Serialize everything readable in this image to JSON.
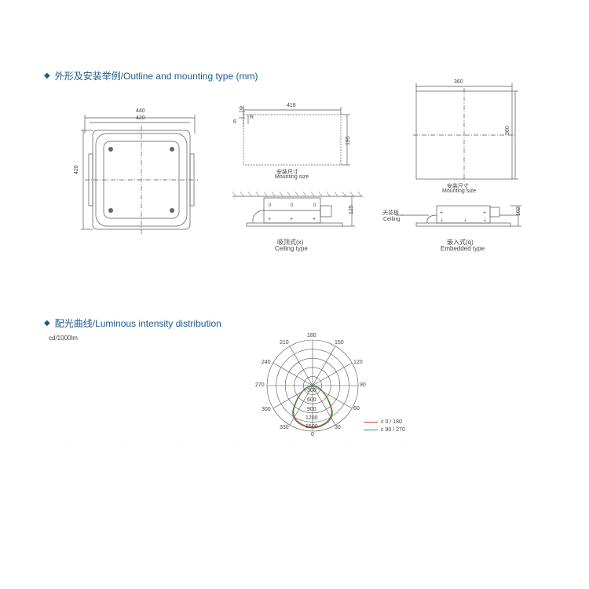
{
  "sections": {
    "outline_heading": "外形及安装举例/Outline and mounting type (mm)",
    "luminous_heading": "配光曲线/Luminous intensity distribution"
  },
  "outline": {
    "front_width_outer": "440",
    "front_width_inner": "420",
    "front_height": "420",
    "mount_width": "418",
    "mount_height": "195",
    "mount_small_a": "8",
    "mount_small_b": "6",
    "mount_r": "R",
    "mount_label_cn": "安装尺寸",
    "mount_label_en": "Mounting size",
    "ceiling_height": "125",
    "ceiling_label_cn": "吸顶式(x)",
    "ceiling_label_en": "Ceiling type",
    "embed_width": "360",
    "embed_height": "360",
    "embed_mount_cn": "安装尺寸",
    "embed_mount_en": "Mounting size",
    "embed_depth": "102",
    "embed_ceiling_cn": "天花板",
    "embed_ceiling_en": "Ceiling",
    "embedded_label_cn": "嵌入式(q)",
    "embedded_label_en": "Embedded type"
  },
  "polar": {
    "unit": "cd/1000lm",
    "angles": [
      "180",
      "150",
      "120",
      "90",
      "60",
      "30",
      "0",
      "330",
      "300",
      "270",
      "240",
      "210"
    ],
    "radial_labels": [
      "300",
      "600",
      "900",
      "1200",
      "1500"
    ],
    "legend": [
      {
        "name": "c 0 / 180",
        "color": "#e03030"
      },
      {
        "name": "c 90 / 270",
        "color": "#2a9a4a"
      }
    ]
  }
}
